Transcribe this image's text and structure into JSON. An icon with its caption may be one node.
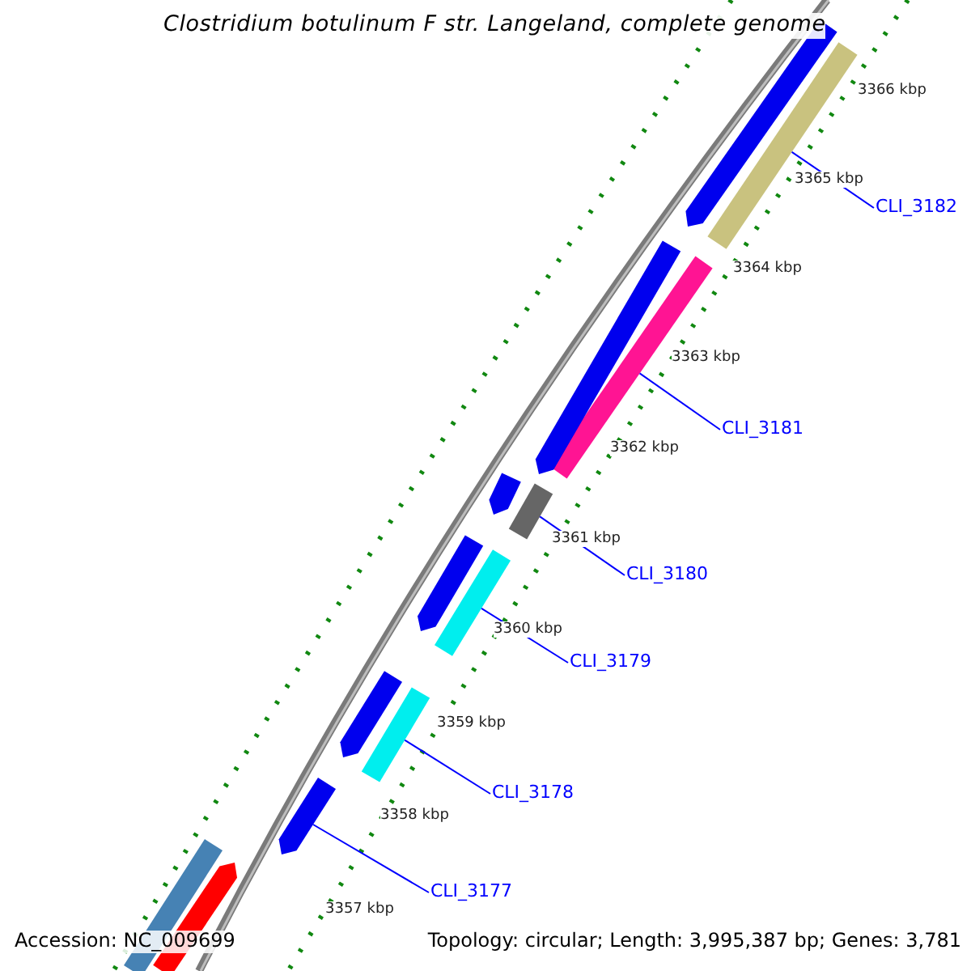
{
  "diagram": {
    "title": "Clostridium botulinum F str. Langeland, complete genome",
    "nodes": [
      {
        "text": [
          "CLI_3182"
        ]
      },
      {
        "text": [
          "CLI_3181"
        ]
      },
      {
        "text": [
          "CLI_3180"
        ]
      },
      {
        "text": [
          "CLI_3179"
        ]
      },
      {
        "text": [
          "CLI_3178"
        ]
      },
      {
        "text": [
          "CLI_3177"
        ]
      },
      {
        "text": [],
        "shape": "bar"
      },
      {
        "text": [],
        "shape": "bar"
      },
      {
        "text": [],
        "shape": "bar"
      },
      {
        "text": [],
        "shape": "bar"
      },
      {
        "text": [],
        "shape": "bar"
      },
      {
        "text": [],
        "shape": "bar"
      },
      {
        "text": [],
        "shape": "bar"
      },
      {
        "text": [],
        "shape": "bar"
      },
      {
        "text": [],
        "shape": "bar"
      },
      {
        "text": [],
        "shape": "bar"
      },
      {
        "text": [],
        "shape": "bar"
      },
      {
        "text": [],
        "shape": "bar"
      },
      {
        "text": [],
        "shape": "bar"
      }
    ],
    "edges": [
      {
        "from": 0,
        "to": 6,
        "arrow": "none"
      },
      {
        "from": 1,
        "to": 7,
        "arrow": "none"
      },
      {
        "from": 2,
        "to": 8,
        "arrow": "none"
      },
      {
        "from": 3,
        "to": 9,
        "arrow": "none"
      },
      {
        "from": 4,
        "to": 10,
        "arrow": "none"
      },
      {
        "from": 5,
        "to": 11,
        "arrow": "none"
      }
    ],
    "labels": [
      "3366 kbp",
      "3365 kbp",
      "3364 kbp",
      "3363 kbp",
      "3362 kbp",
      "3361 kbp",
      "3360 kbp",
      "3359 kbp",
      "3358 kbp",
      "3357 kbp",
      "Accession: NC_009699",
      "Topology: circular; Length: 3,995,387 bp; Genes: 3,781"
    ]
  }
}
